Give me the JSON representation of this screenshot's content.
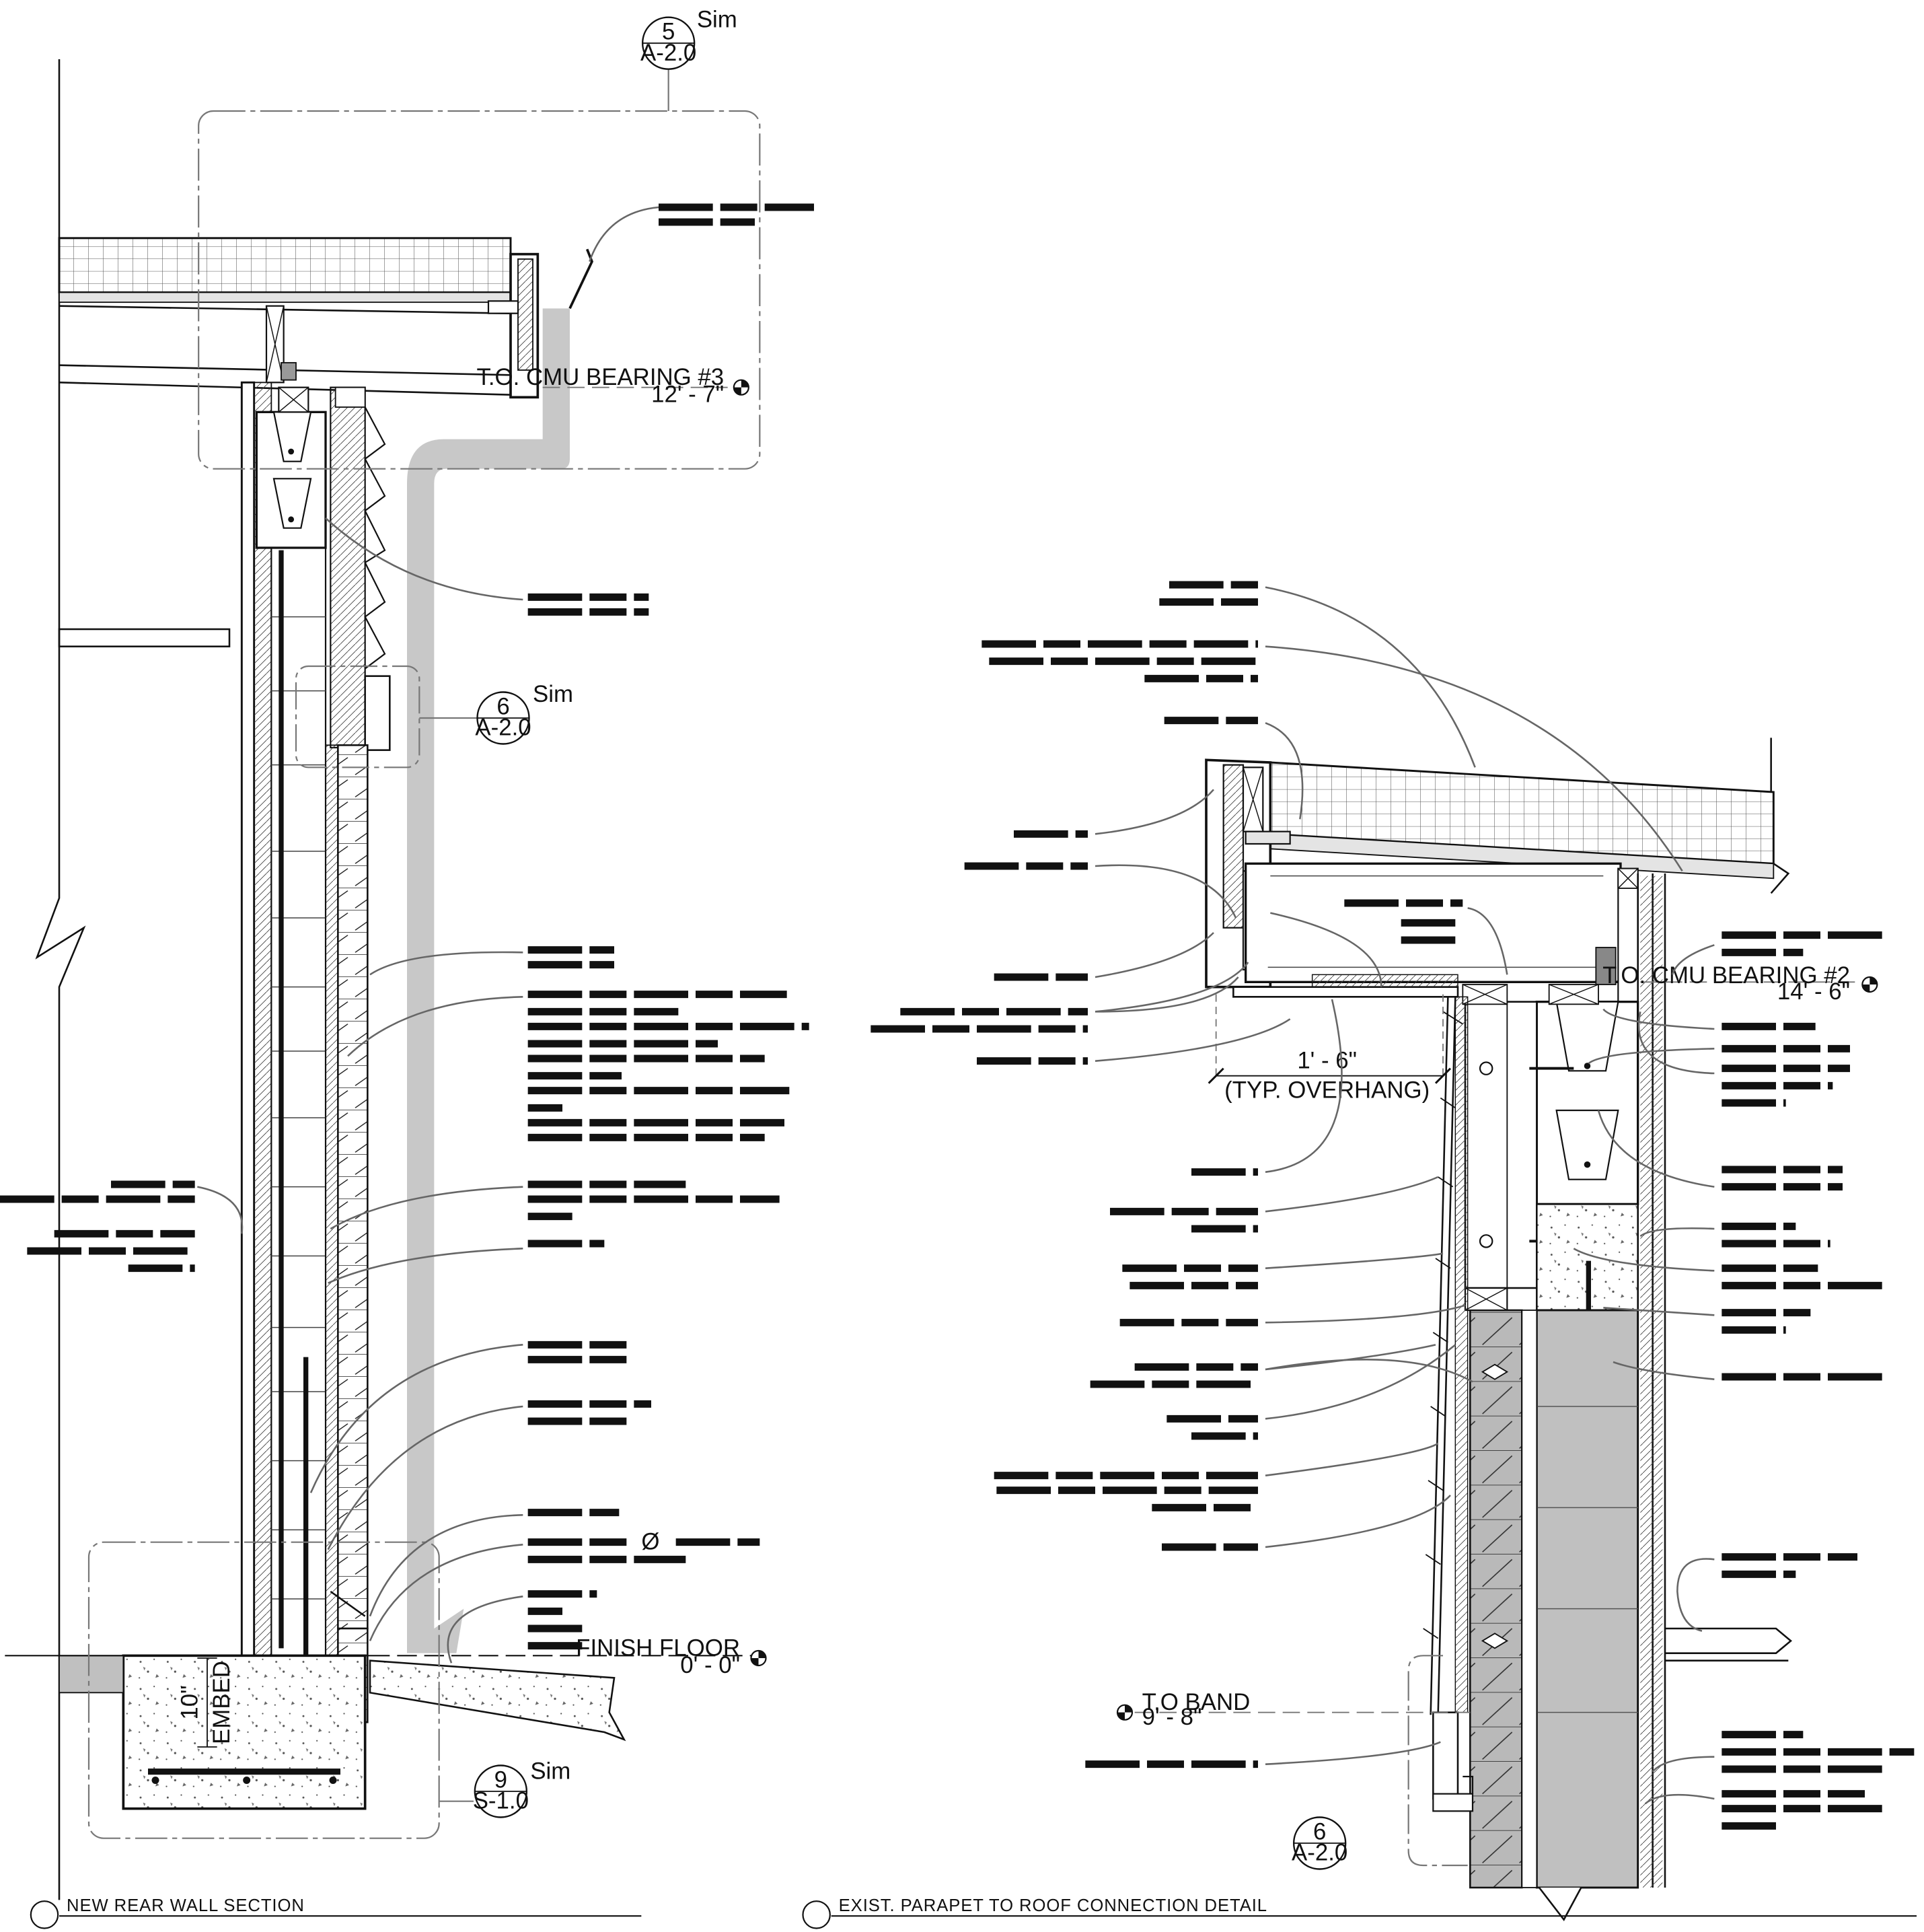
{
  "left_detail": {
    "title": "NEW REAR WALL SECTION",
    "callout_top": {
      "number": "5",
      "sheet": "A-2.0",
      "note": "Sim"
    },
    "callout_mid": {
      "number": "6",
      "sheet": "A-2.0",
      "note": "Sim"
    },
    "callout_bottom": {
      "number": "9",
      "sheet": "S-1.0",
      "note": "Sim"
    },
    "elev_bearing": {
      "name": "T.O. CMU BEARING #3",
      "value": "12' - 7\""
    },
    "elev_floor": {
      "name": "FINISH FLOOR",
      "value": "0' - 0\""
    },
    "dim_embed": "10\"",
    "embed_label": "EMBED",
    "diameter_symbol": "Ø"
  },
  "right_detail": {
    "title": "EXIST. PARAPET TO ROOF CONNECTION DETAIL",
    "callout_bottom": {
      "number": "6",
      "sheet": "A-2.0"
    },
    "elev_bearing": {
      "name": "T.O. CMU BEARING #2",
      "value": "14' - 6\""
    },
    "elev_band": {
      "name": "T.O BAND",
      "value": "9' - 8\""
    },
    "dim_overhang": "1' - 6\"",
    "overhang_note": "(TYP. OVERHANG)"
  },
  "colors": {
    "line": "#111111",
    "poche": "#c8c8c8",
    "masonry": "#b9b9b9",
    "leader": "#666666"
  }
}
